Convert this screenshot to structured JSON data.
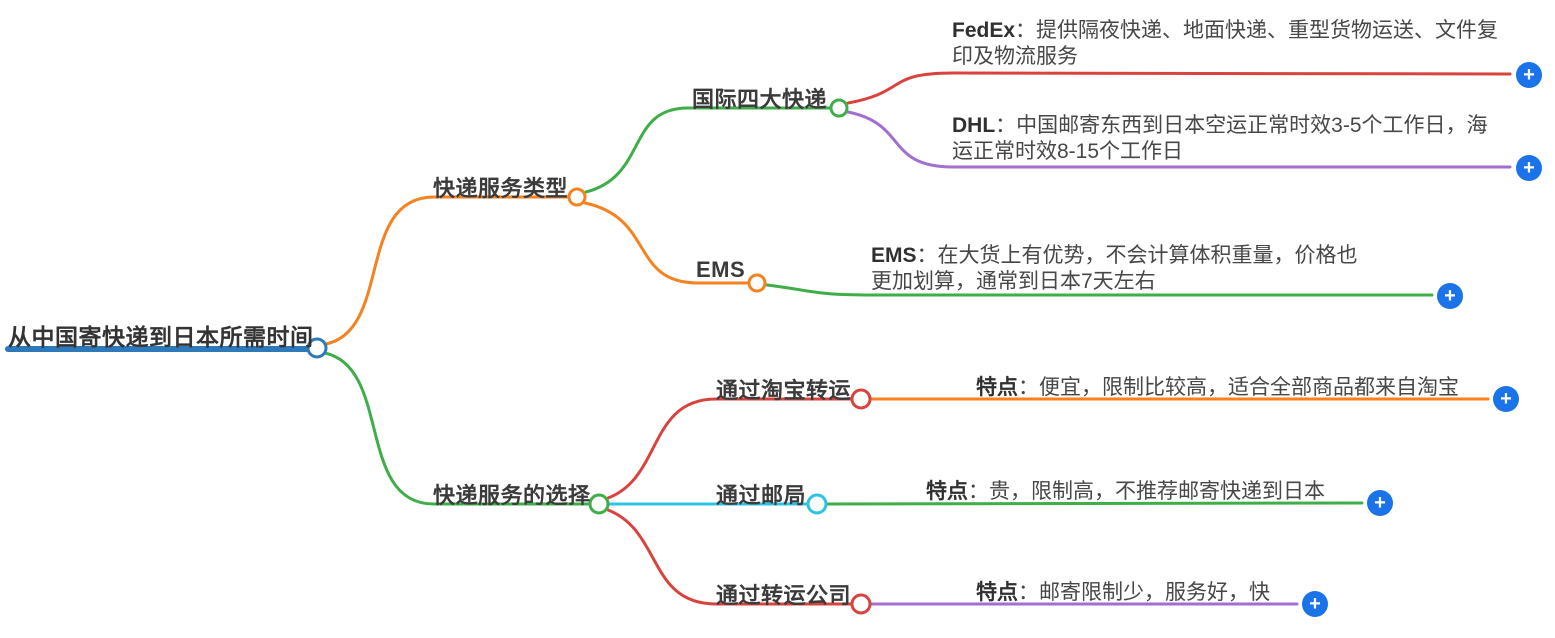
{
  "colors": {
    "root_blue": "#2e79b9",
    "orange": "#f5821f",
    "green": "#3fae49",
    "red": "#d9433e",
    "purple": "#a26ed0",
    "cyan": "#2cc3e4",
    "plus_blue": "#1a73e8",
    "node_fill": "#ffffff"
  },
  "mindmap": {
    "expand_icon": "+",
    "root": {
      "label": "从中国寄快递到日本所需时间"
    },
    "branches": [
      {
        "label": "快递服务类型",
        "children": [
          {
            "label": "国际四大快递",
            "leaves": [
              {
                "term": "FedEx",
                "desc": "：提供隔夜快递、地面快递、重型货物运送、文件复印及物流服务"
              },
              {
                "term": "DHL",
                "desc": "：中国邮寄东西到日本空运正常时效3-5个工作日，海运正常时效8-15个工作日"
              }
            ]
          },
          {
            "label": "EMS",
            "leaves": [
              {
                "term": "EMS",
                "desc": "：在大货上有优势，不会计算体积重量，价格也更加划算，通常到日本7天左右"
              }
            ]
          }
        ]
      },
      {
        "label": "快递服务的选择",
        "children": [
          {
            "label": "通过淘宝转运",
            "leaves": [
              {
                "term": "特点",
                "desc": "：便宜，限制比较高，适合全部商品都来自淘宝"
              }
            ]
          },
          {
            "label": "通过邮局",
            "leaves": [
              {
                "term": "特点",
                "desc": "：贵，限制高，不推荐邮寄快递到日本"
              }
            ]
          },
          {
            "label": "通过转运公司",
            "leaves": [
              {
                "term": "特点",
                "desc": "：邮寄限制少，服务好，快"
              }
            ]
          }
        ]
      }
    ]
  }
}
